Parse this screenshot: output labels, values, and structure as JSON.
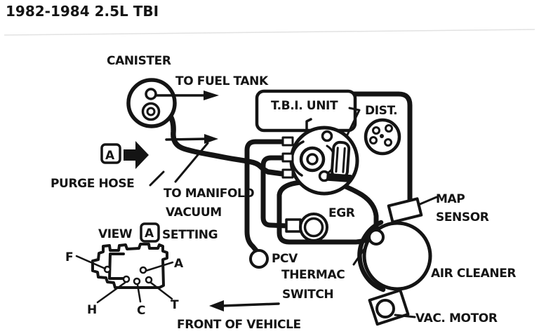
{
  "title": "1982-1984 2.5L TBI",
  "labels": {
    "canister": "CANISTER",
    "to_fuel_tank": "TO FUEL TANK",
    "tbi_unit": "T.B.I. UNIT",
    "dist": "DIST.",
    "purge_hose": "PURGE HOSE",
    "to_manifold_line1": "TO MANIFOLD",
    "to_manifold_line2": "VACUUM",
    "view_prefix": "VIEW",
    "view_marker_letter": "A",
    "view_suffix": "SETTING",
    "egr": "EGR",
    "pcv": "PCV",
    "thermac_line1": "THERMAC",
    "thermac_line2": "SWITCH",
    "map_line1": "MAP",
    "map_line2": "SENSOR",
    "air_cleaner": "AIR CLEANER",
    "vac_motor": "VAC. MOTOR",
    "front_of_vehicle": "FRONT OF VEHICLE"
  },
  "ports": {
    "f": "F",
    "a": "A",
    "h": "H",
    "c": "C",
    "t": "T"
  },
  "colors": {
    "ink": "#141414",
    "paper": "#ffffff"
  }
}
